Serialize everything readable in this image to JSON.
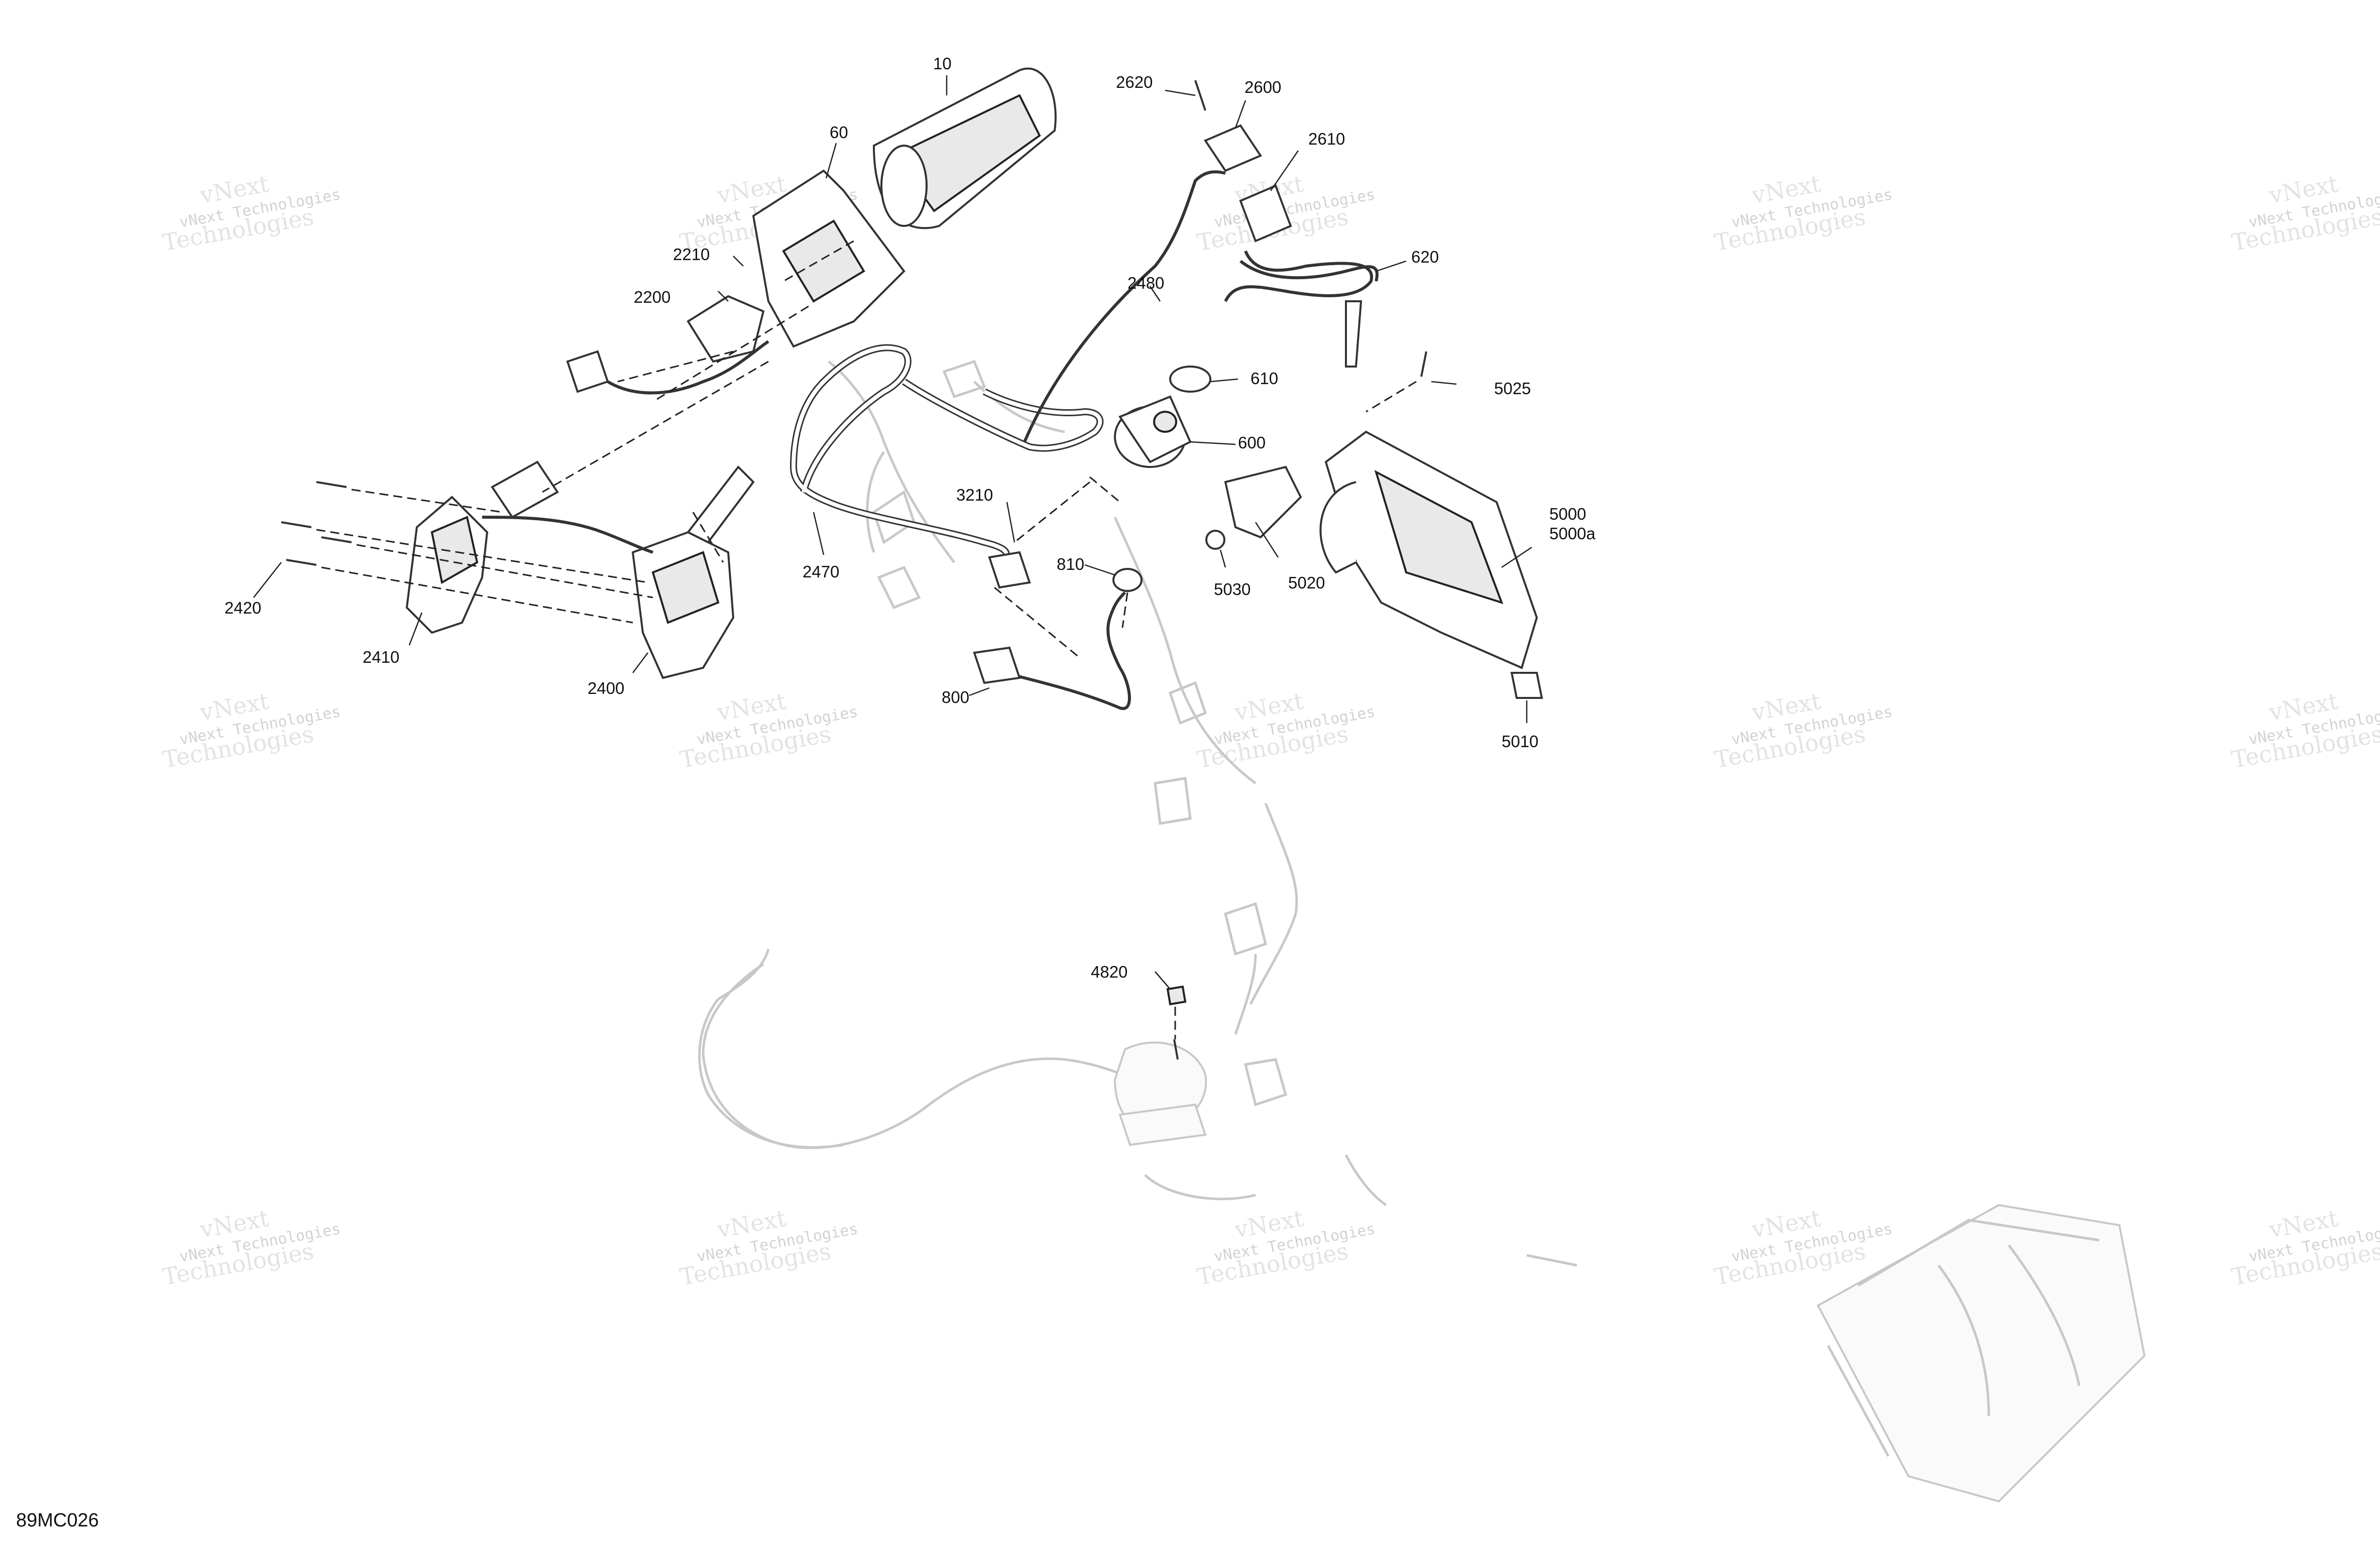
{
  "diagram": {
    "figure_code": "89MC026",
    "watermark": {
      "line1": "vNext Technologies",
      "line2": "Technologies",
      "overlay": "vNext"
    },
    "callouts": [
      {
        "id": "10",
        "label": "10"
      },
      {
        "id": "60",
        "label": "60"
      },
      {
        "id": "2200",
        "label": "2200"
      },
      {
        "id": "2210",
        "label": "2210"
      },
      {
        "id": "2400",
        "label": "2400"
      },
      {
        "id": "2410",
        "label": "2410"
      },
      {
        "id": "2420",
        "label": "2420"
      },
      {
        "id": "2470",
        "label": "2470"
      },
      {
        "id": "2480",
        "label": "2480"
      },
      {
        "id": "2600",
        "label": "2600"
      },
      {
        "id": "2610",
        "label": "2610"
      },
      {
        "id": "2620",
        "label": "2620"
      },
      {
        "id": "3210",
        "label": "3210"
      },
      {
        "id": "600",
        "label": "600"
      },
      {
        "id": "610",
        "label": "610"
      },
      {
        "id": "620",
        "label": "620"
      },
      {
        "id": "800",
        "label": "800"
      },
      {
        "id": "810",
        "label": "810"
      },
      {
        "id": "4820",
        "label": "4820"
      },
      {
        "id": "5000",
        "label": "5000"
      },
      {
        "id": "5000a",
        "label": "5000a"
      },
      {
        "id": "5010",
        "label": "5010"
      },
      {
        "id": "5020",
        "label": "5020"
      },
      {
        "id": "5025",
        "label": "5025"
      },
      {
        "id": "5030",
        "label": "5030"
      }
    ]
  }
}
